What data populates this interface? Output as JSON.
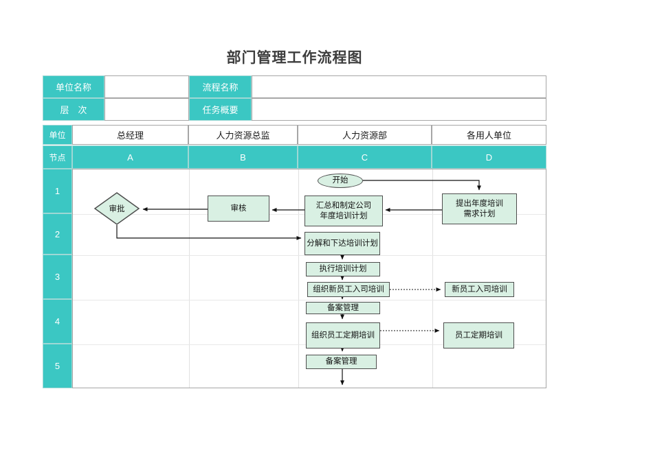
{
  "title": "部门管理工作流程图",
  "colors": {
    "teal": "#3BC7C3",
    "node_fill": "#D9F0E3",
    "node_border": "#4D4D4D",
    "grid_border": "#A6A6A6",
    "light_grid": "#E0E0E0",
    "title_color": "#3D3D3D"
  },
  "header": {
    "unit_name": {
      "label": "单位名称",
      "value": ""
    },
    "process_name": {
      "label": "流程名称",
      "value": ""
    },
    "level": {
      "label": "层　次",
      "value": ""
    },
    "task_summary": {
      "label": "任务概要",
      "value": ""
    }
  },
  "matrix": {
    "unit_label": "单位",
    "node_label": "节点",
    "columns": [
      {
        "name": "总经理",
        "node": "A"
      },
      {
        "name": "人力资源总监",
        "node": "B"
      },
      {
        "name": "人力资源部",
        "node": "C"
      },
      {
        "name": "各用人单位",
        "node": "D"
      }
    ],
    "row_numbers": [
      "1",
      "2",
      "3",
      "4",
      "5"
    ]
  },
  "flowchart": {
    "nodes": {
      "start": "开始",
      "propose": "提出年度培训\n需求计划",
      "consolidate": "汇总和制定公司\n年度培训计划",
      "review": "审核",
      "approve": "审批",
      "decompose": "分解和下达培训计划",
      "execute": "执行培训计划",
      "organize_new": "组织新员工入司培训",
      "new_training": "新员工入司培训",
      "filing1": "备案管理",
      "organize_regular": "组织员工定期培训",
      "regular_training": "员工定期培训",
      "filing2": "备案管理"
    }
  }
}
